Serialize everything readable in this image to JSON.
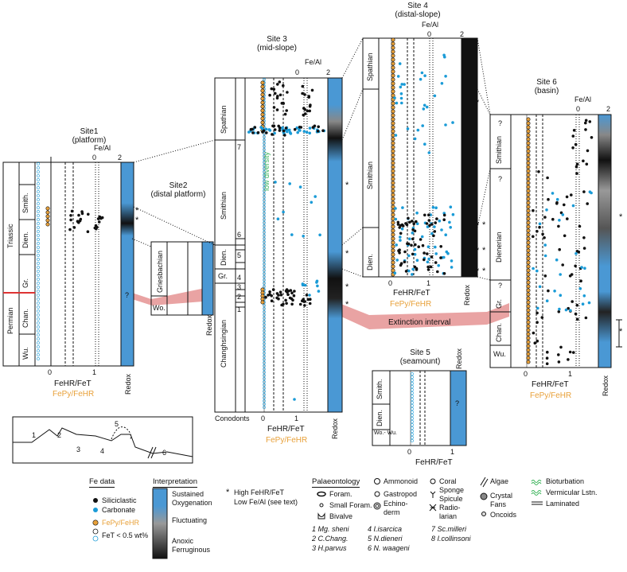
{
  "sites": {
    "site1": {
      "title": "Site1",
      "subtitle": "(platform)"
    },
    "site2": {
      "title": "Site2",
      "subtitle": "(distal platform)"
    },
    "site3": {
      "title": "Site 3",
      "subtitle": "(mid-slope)"
    },
    "site4": {
      "title": "Site 4",
      "subtitle": "(distal-slope)"
    },
    "site5": {
      "title": "Site 5",
      "subtitle": "(seamount)"
    },
    "site6": {
      "title": "Site 6",
      "subtitle": "(basin)"
    }
  },
  "axes": {
    "fe_al": "Fe/Al",
    "fehr_fet": "FeHR/FeT",
    "fepy_fehr": "FePy/FeHR",
    "redox": "Redox",
    "conodonts": "Conodonts",
    "tick0": "0",
    "tick1": "1",
    "tick2": "2"
  },
  "strat": {
    "triassic": "Triassic",
    "permian": "Permian",
    "smith": "Smith.",
    "dien": "Dien.",
    "gr": "Gr.",
    "chan": "Chan.",
    "wu": "Wu.",
    "wo": "Wo.",
    "wo_wu": "Wo.- Wu.",
    "griesbachian": "Griesbachian",
    "spathian": "Spathian",
    "smithian": "Smithian",
    "changhsingian": "Changhsingian",
    "dienerian": "Dienerian",
    "q": "?"
  },
  "annotations": {
    "low_diversity": "low diversity",
    "extinction": "Extinction interval",
    "star": "*"
  },
  "conodont_zones": [
    "1",
    "2",
    "3",
    "4",
    "5",
    "6",
    "7"
  ],
  "map_labels": [
    "1",
    "2",
    "3",
    "4",
    "5",
    "6"
  ],
  "legend": {
    "fe_data_title": "Fe data",
    "siliciclastic": "Siliciclastic",
    "carbonate": "Carbonate",
    "fepy": "FePy/FeHR",
    "fet_low": "FeT < 0.5 wt%",
    "interp_title": "Interpretation",
    "sustained": "Sustained",
    "oxygenation": "Oxygenation",
    "fluctuating": "Fluctuating",
    "anoxic": "Anoxic",
    "ferruginous": "Ferruginous",
    "high_note1": "High FeHR/FeT",
    "high_note2": "Low Fe/Al (see text)",
    "palaeo_title": "Palaeontology",
    "foram": "Foram.",
    "small_foram": "Small Foram.",
    "bivalve": "Bivalve",
    "ammonoid": "Ammonoid",
    "gastropod": "Gastropod",
    "echinoderm1": "Echino-",
    "echinoderm2": "derm",
    "coral": "Coral",
    "sponge1": "Sponge",
    "sponge2": "Spicule",
    "radio1": "Radio-",
    "radio2": "larian",
    "algae": "Algae",
    "crystal1": "Crystal",
    "crystal2": "Fans",
    "oncoids": "Oncoids",
    "bioturbation": "Bioturbation",
    "vermicular": "Vermicular Lstn.",
    "laminated": "Laminated",
    "taxa": [
      "1 Mg. sheni",
      "2 C.Chang.",
      "3 H.parvus",
      "4 I.isarcica",
      "5 N.dieneri",
      "6 N. waageni",
      "7 Sc.milleri",
      "8 I.collinsoni"
    ]
  },
  "colors": {
    "siliciclastic": "#111111",
    "carbonate": "#1a9bd7",
    "fepy": "#e8a13a",
    "oxic": "#4a98d4",
    "anoxic": "#111111",
    "extinction": "#e9a3a3",
    "bioturbation": "#3bb35a"
  }
}
